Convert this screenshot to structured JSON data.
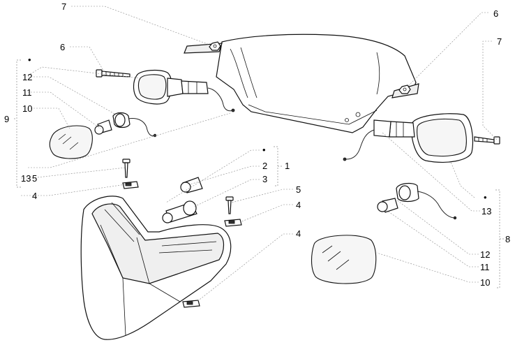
{
  "callouts": {
    "c7_top": "7",
    "c6_right_top": "6",
    "c6_left": "6",
    "c7_right": "7",
    "c12_left": "12",
    "c11_left": "11",
    "c10_left": "10",
    "c9": "9",
    "c13_left": "13",
    "c5_left": "5",
    "c4_left": "4",
    "c_dot_1": "•",
    "c2": "2",
    "c1": "1",
    "c3": "3",
    "c5_mid": "5",
    "c4_mid": "4",
    "c4_low": "4",
    "c_dot_left": "•",
    "c_dot_right": "•",
    "c13_right": "13",
    "c8": "8",
    "c12_right": "12",
    "c11_right": "11",
    "c10_right": "10"
  }
}
